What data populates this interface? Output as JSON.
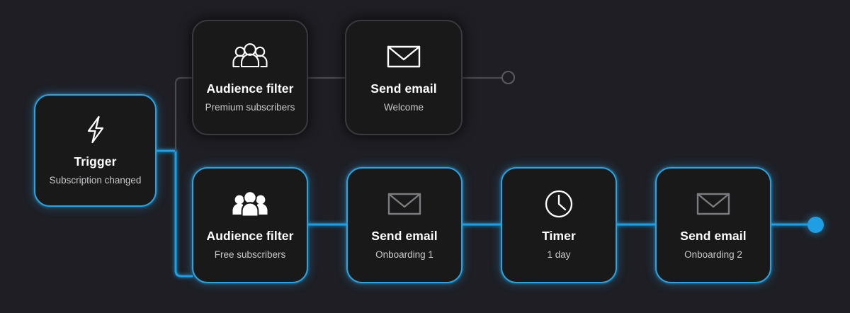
{
  "canvas": {
    "background_color": "#1e1e24",
    "accent_color": "#2aa3e0",
    "dim_border_color": "#3a3a3e",
    "card_fill_color": "#191919"
  },
  "nodes": [
    {
      "id": "trigger",
      "icon": "lightning-bolt-icon",
      "title": "Trigger",
      "subtitle": "Subscription changed",
      "state": "active"
    },
    {
      "id": "audience-filter-premium",
      "icon": "people-group-outline-icon",
      "title": "Audience filter",
      "subtitle": "Premium subscribers",
      "state": "dim"
    },
    {
      "id": "send-email-welcome",
      "icon": "envelope-icon",
      "title": "Send email",
      "subtitle": "Welcome",
      "state": "dim"
    },
    {
      "id": "audience-filter-free",
      "icon": "people-group-filled-icon",
      "title": "Audience filter",
      "subtitle": "Free subscribers",
      "state": "active"
    },
    {
      "id": "send-email-onboarding-1",
      "icon": "envelope-icon",
      "title": "Send email",
      "subtitle": "Onboarding 1",
      "state": "active"
    },
    {
      "id": "timer",
      "icon": "clock-icon",
      "title": "Timer",
      "subtitle": "1 day",
      "state": "active"
    },
    {
      "id": "send-email-onboarding-2",
      "icon": "envelope-icon",
      "title": "Send email",
      "subtitle": "Onboarding 2",
      "state": "active"
    }
  ],
  "terminators": [
    {
      "id": "branch-end-premium",
      "style": "hollow-circle",
      "color": "#5a5a60"
    },
    {
      "id": "branch-end-free",
      "style": "filled-circle",
      "color": "#1f9fe3"
    }
  ]
}
